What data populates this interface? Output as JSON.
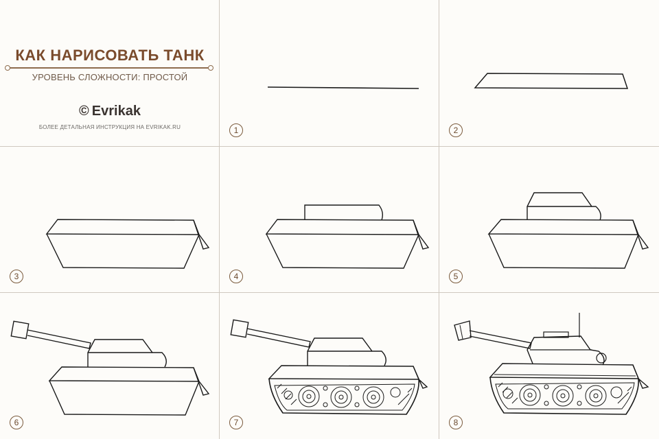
{
  "header": {
    "title": "КАК НАРИСОВАТЬ ТАНК",
    "subtitle": "УРОВЕНЬ СЛОЖНОСТИ: ПРОСТОЙ",
    "logo_text": "Evrikak",
    "logo_symbol": "©",
    "note": "БОЛЕЕ ДЕТАЛЬНАЯ ИНСТРУКЦИЯ НА EVRIKAK.RU"
  },
  "steps": [
    "1",
    "2",
    "3",
    "4",
    "5",
    "6",
    "7",
    "8"
  ],
  "colors": {
    "accent": "#7a4b2c",
    "line": "#1a1a1a",
    "grid": "#cfc8bf",
    "background": "#fdfcf9"
  }
}
